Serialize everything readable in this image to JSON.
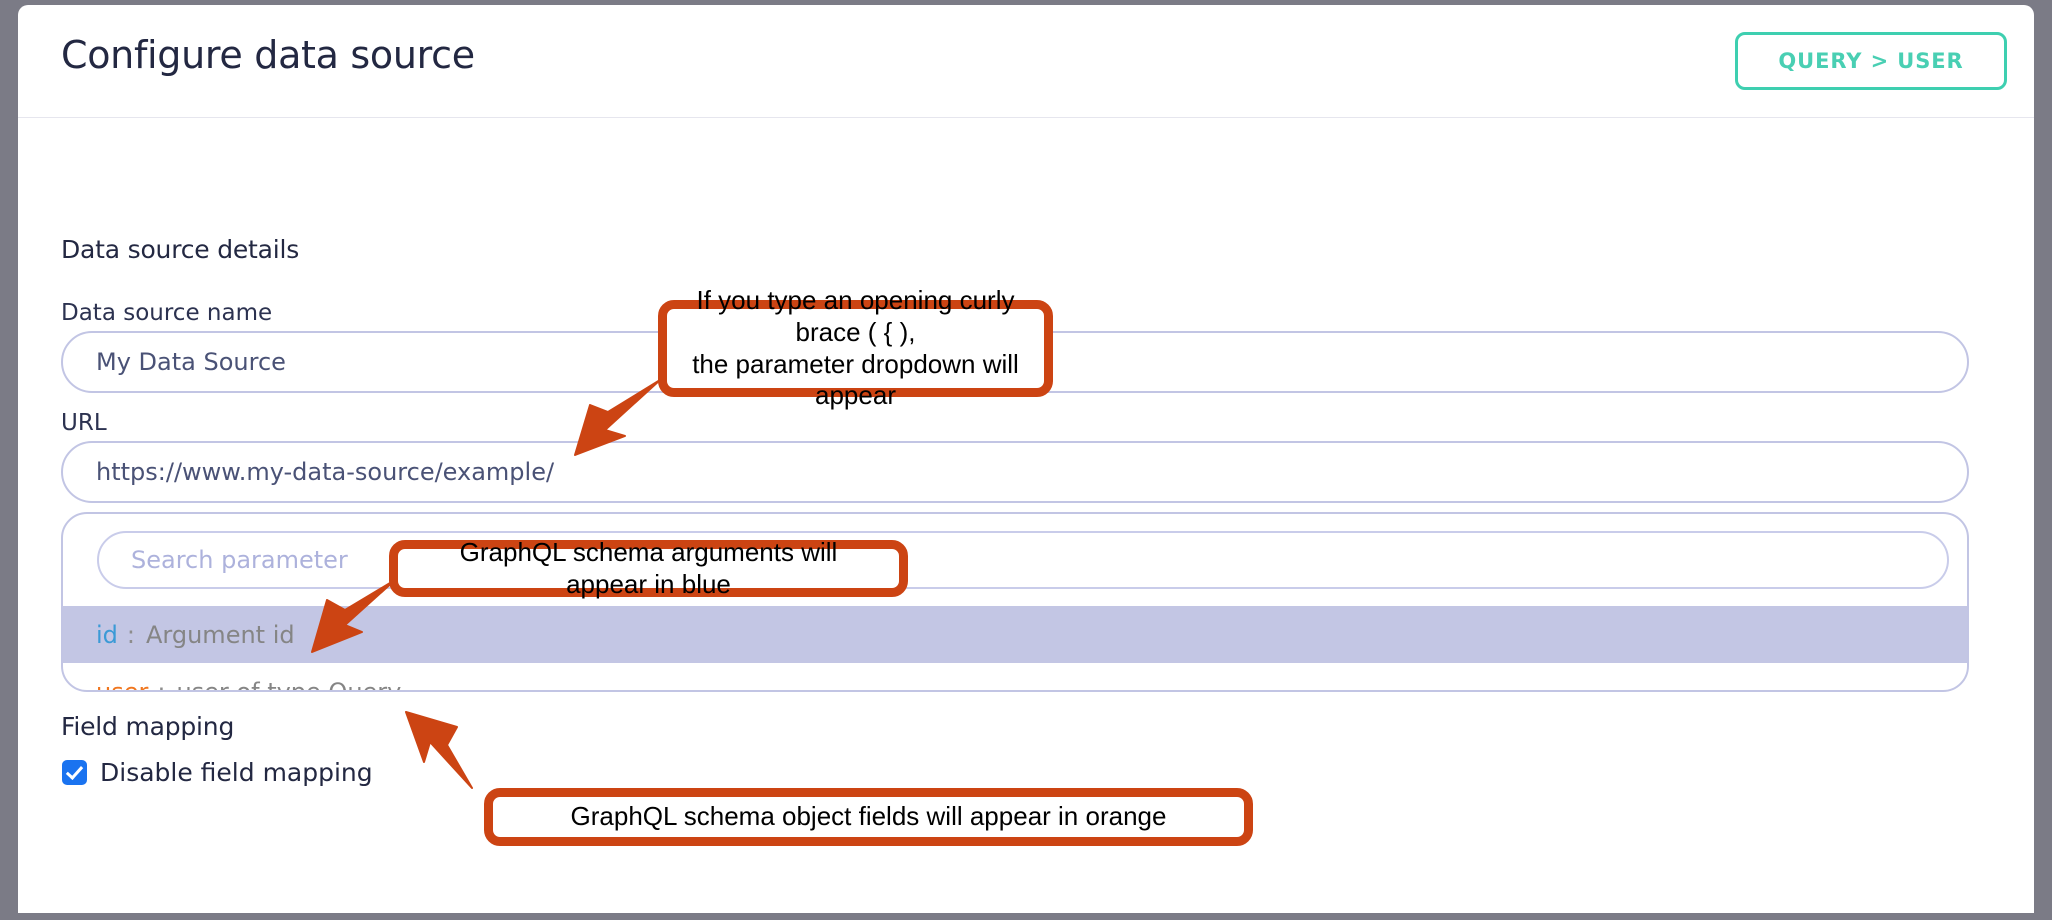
{
  "header": {
    "title": "Configure data source",
    "query_button": "QUERY > USER"
  },
  "sections": {
    "details_heading": "Data source details",
    "field_mapping_heading": "Field mapping"
  },
  "fields": {
    "name_label": "Data source name",
    "name_value": "My Data Source",
    "url_label": "URL",
    "url_value": "https://www.my-data-source/example/"
  },
  "parameter_dropdown": {
    "search_placeholder": "Search parameter",
    "items": [
      {
        "key": "id",
        "separator": ":",
        "description": "Argument id",
        "color": "blue",
        "highlighted": true
      },
      {
        "key": "user",
        "separator": ":",
        "description": "user of type Query",
        "color": "orange",
        "highlighted": false
      }
    ]
  },
  "field_mapping": {
    "checkbox_label": "Disable field mapping",
    "checkbox_checked": true
  },
  "annotations": [
    {
      "id": "curly-brace-note",
      "line1": "If you type an opening curly brace ( { ),",
      "line2": "the parameter dropdown will appear"
    },
    {
      "id": "arguments-blue-note",
      "text": "GraphQL schema arguments will appear in blue"
    },
    {
      "id": "object-fields-orange-note",
      "text": "GraphQL schema object fields will appear in orange"
    }
  ],
  "colors": {
    "annotation": "#cc4413",
    "accent_teal": "#3ecfb0",
    "argument_blue": "#3b9ad6",
    "object_field_orange": "#f0761e",
    "highlight_row": "#c3c6e4",
    "input_border": "#c2c5e4",
    "checkbox_blue": "#1a73f0",
    "frame_gray": "#7b7b86",
    "title_ink": "#232842"
  }
}
